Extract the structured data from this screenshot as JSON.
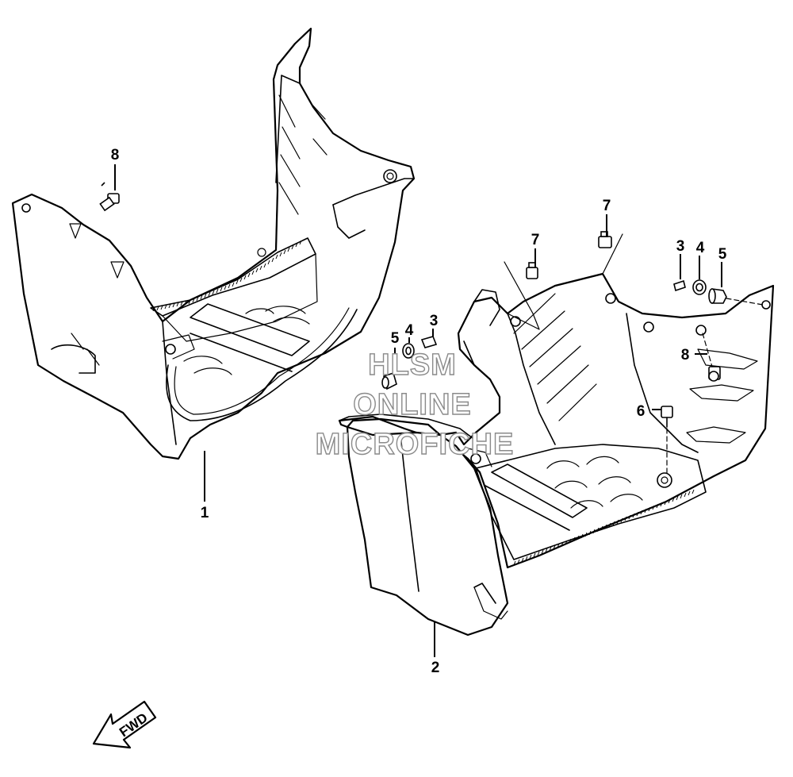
{
  "callouts": {
    "c1": "1",
    "c2": "2",
    "c3a": "3",
    "c3b": "3",
    "c4a": "4",
    "c4b": "4",
    "c5a": "5",
    "c5b": "5",
    "c6": "6",
    "c7a": "7",
    "c7b": "7",
    "c8a": "8",
    "c8b": "8"
  },
  "watermark": {
    "line1": "HLSM",
    "line2": "ONLINE",
    "line3": "MICROFICHE"
  },
  "fwd_label": "FWD",
  "colors": {
    "line": "#000000",
    "watermark_outline": "#8a8a8a",
    "background": "#ffffff"
  }
}
